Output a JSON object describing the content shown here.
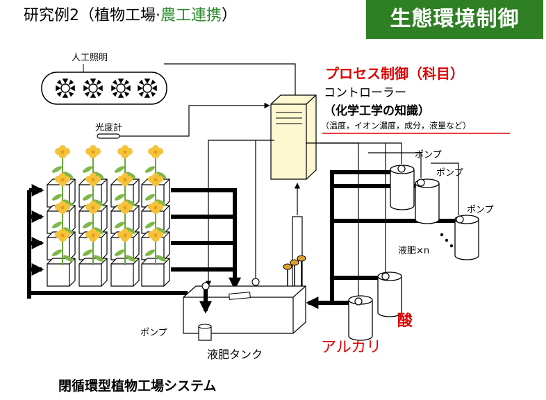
{
  "header": {
    "title_prefix": "研究例2（植物工場·",
    "title_highlight": "農工連携",
    "title_suffix": "）",
    "badge": "生態環境制御"
  },
  "labels": {
    "artificial_light": "人工照明",
    "photometer": "光度計",
    "process_control": "プロセス制御（科目）",
    "controller": "コントローラー",
    "chem_eng": "（化学工学の知識）",
    "params": "（温度，イオン濃度，成分，液量など）",
    "pump": "ポンプ",
    "liquid_fertilizer": "液肥×n",
    "acid": "酸",
    "alkali": "アルカリ",
    "tank": "液肥タンク",
    "caption": "閉循環型植物工場システム"
  },
  "colors": {
    "badge_bg": "#2f7f25",
    "accent_red": "#e00000",
    "highlight_green": "#2a8a2a",
    "controller_fill": "#fdf8d0",
    "flower_yellow": "#f5c23a"
  }
}
